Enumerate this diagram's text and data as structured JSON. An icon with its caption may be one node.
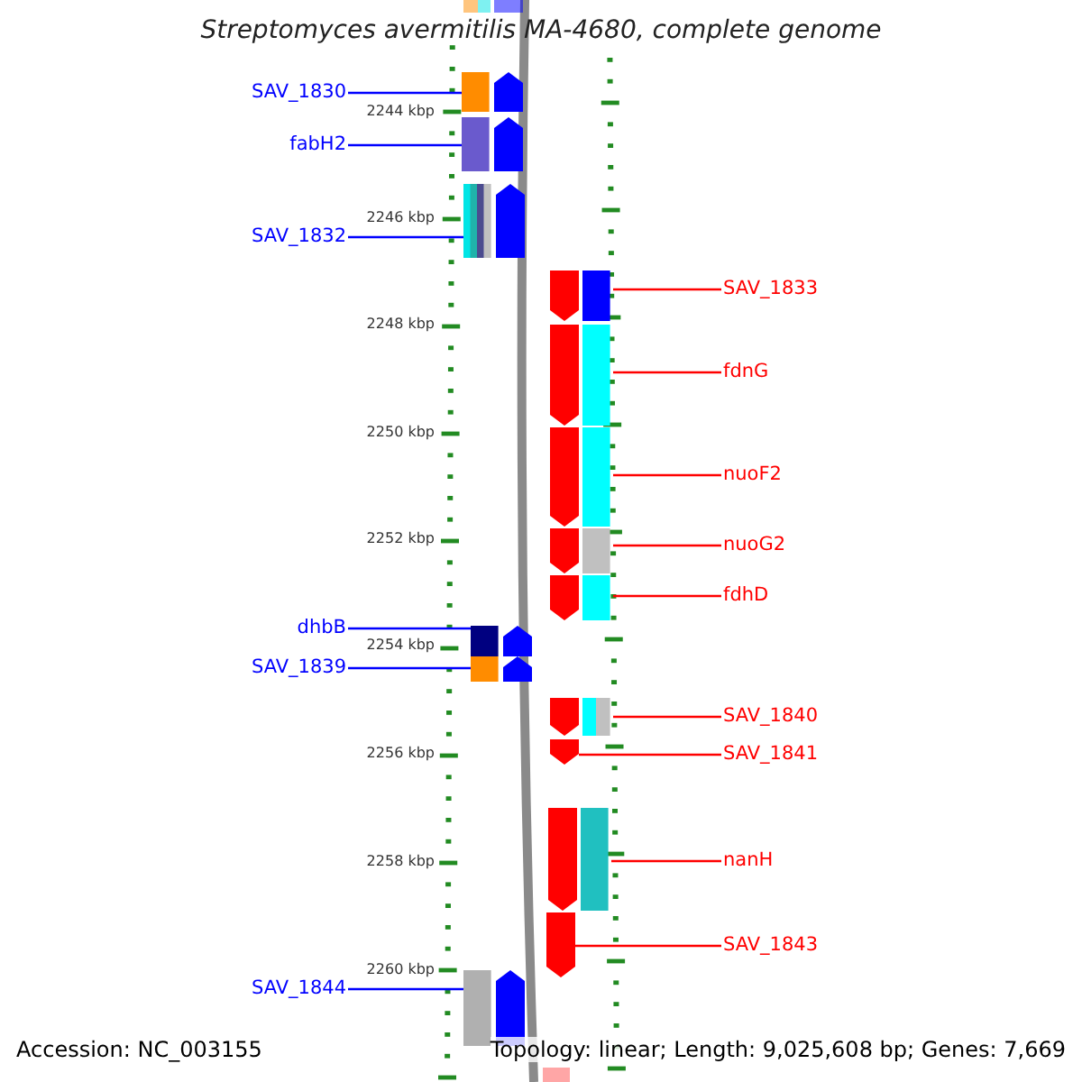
{
  "diagram": {
    "title": "Streptomyces avermitilis MA-4680, complete genome",
    "nodes": [
      {
        "text": [
          "SAV_1830"
        ]
      },
      {
        "text": [],
        "shape": "arrow"
      },
      {
        "text": [
          "fabH2"
        ]
      },
      {
        "text": [],
        "shape": "arrow"
      },
      {
        "text": [
          "SAV_1832"
        ]
      },
      {
        "text": [],
        "shape": "arrow"
      },
      {
        "text": [
          "SAV_1833"
        ]
      },
      {
        "text": [],
        "shape": "arrow"
      },
      {
        "text": [
          "fdnG"
        ]
      },
      {
        "text": [],
        "shape": "arrow"
      },
      {
        "text": [
          "nuoF2"
        ]
      },
      {
        "text": [],
        "shape": "arrow"
      },
      {
        "text": [
          "nuoG2"
        ]
      },
      {
        "text": [],
        "shape": "arrow"
      },
      {
        "text": [
          "fdhD"
        ]
      },
      {
        "text": [],
        "shape": "arrow"
      },
      {
        "text": [
          "dhbB"
        ]
      },
      {
        "text": [],
        "shape": "arrow"
      },
      {
        "text": [
          "SAV_1839"
        ]
      },
      {
        "text": [],
        "shape": "arrow"
      },
      {
        "text": [
          "SAV_1840"
        ]
      },
      {
        "text": [],
        "shape": "arrow"
      },
      {
        "text": [
          "SAV_1841"
        ]
      },
      {
        "text": [],
        "shape": "arrow"
      },
      {
        "text": [
          "nanH"
        ]
      },
      {
        "text": [],
        "shape": "arrow"
      },
      {
        "text": [
          "SAV_1843"
        ]
      },
      {
        "text": [],
        "shape": "arrow"
      },
      {
        "text": [
          "SAV_1844"
        ]
      },
      {
        "text": [],
        "shape": "arrow"
      }
    ],
    "edges": [
      {
        "from": 0,
        "to": 1,
        "arrow": "none",
        "color": "#0000ff"
      },
      {
        "from": 2,
        "to": 3,
        "arrow": "none",
        "color": "#0000ff"
      },
      {
        "from": 4,
        "to": 5,
        "arrow": "none",
        "color": "#0000ff"
      },
      {
        "from": 6,
        "to": 7,
        "arrow": "none"
      },
      {
        "from": 8,
        "to": 9,
        "arrow": "none"
      },
      {
        "from": 10,
        "to": 11,
        "arrow": "none"
      },
      {
        "from": 12,
        "to": 13,
        "arrow": "none"
      },
      {
        "from": 14,
        "to": 15,
        "arrow": "none"
      },
      {
        "from": 16,
        "to": 17,
        "arrow": "none",
        "color": "#0000ff"
      },
      {
        "from": 18,
        "to": 19,
        "arrow": "none",
        "color": "#0000ff"
      },
      {
        "from": 20,
        "to": 21,
        "arrow": "none"
      },
      {
        "from": 22,
        "to": 23,
        "arrow": "none"
      },
      {
        "from": 24,
        "to": 25,
        "arrow": "none"
      },
      {
        "from": 26,
        "to": 27,
        "arrow": "none"
      },
      {
        "from": 28,
        "to": 29,
        "arrow": "none",
        "color": "#0000ff"
      }
    ],
    "labels": [
      "2244 kbp",
      "2246 kbp",
      "2248 kbp",
      "2250 kbp",
      "2252 kbp",
      "2254 kbp",
      "2256 kbp",
      "2258 kbp",
      "2260 kbp",
      "Accession: NC_003155",
      "Topology: linear; Length: 9,025,608 bp; Genes: 7,669"
    ]
  }
}
